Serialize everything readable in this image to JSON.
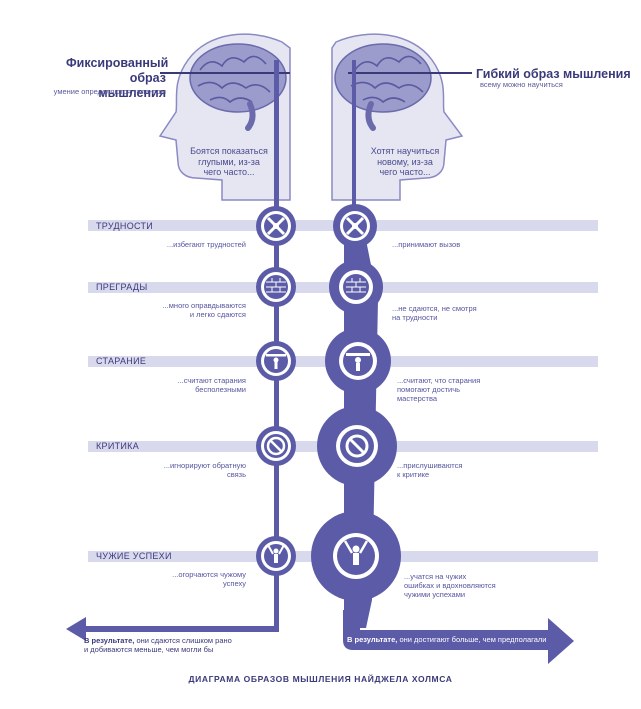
{
  "colors": {
    "primary": "#5b5ba8",
    "band": "#d9d9ee",
    "head": "#e6e6f3",
    "brain": "#8a8ac4",
    "dark": "#3a3a7a"
  },
  "fixed": {
    "title_line1": "Фиксированный",
    "title_line2": "образ мышления",
    "subtitle": "умение определяются талантом",
    "fear_line1": "Боятся показаться",
    "fear_line2": "глупыми, из-за",
    "fear_line3": "чего часто..."
  },
  "growth": {
    "title": "Гибкий образ мышления",
    "subtitle": "всему можно научиться",
    "fear_line1": "Хотят научиться",
    "fear_line2": "новому, из-за",
    "fear_line3": "чего часто..."
  },
  "rows": [
    {
      "category": "ТРУДНОСТИ",
      "icon": "crossroads-icon",
      "fixed": [
        "...избегают трудностей"
      ],
      "growth": [
        "...принимают вызов"
      ]
    },
    {
      "category": "ПРЕГРАДЫ",
      "icon": "brick-wall-icon",
      "fixed": [
        "...много оправдываются",
        "и легко сдаются"
      ],
      "growth": [
        "...не сдаются, не смотря",
        "на трудности"
      ]
    },
    {
      "category": "СТАРАНИЕ",
      "icon": "weightlifter-icon",
      "fixed": [
        "...считают старания",
        "бесполезными"
      ],
      "growth": [
        "...считают, что старания",
        "помогают достичь",
        "мастерства"
      ]
    },
    {
      "category": "КРИТИКА",
      "icon": "no-sign-icon",
      "fixed": [
        "...игнорируют обратную",
        "связь"
      ],
      "growth": [
        "...прислушиваются",
        "к критике"
      ]
    },
    {
      "category": "ЧУЖИЕ УСПЕХИ",
      "icon": "winner-icon",
      "fixed": [
        "...огорчаются чужому",
        "успеху"
      ],
      "growth": [
        "...учатся на чужих",
        "ошибках и вдохновляются",
        "чужими успехами"
      ]
    }
  ],
  "result": {
    "fixed_bold": "В результате,",
    "fixed_line1": " они сдаются слишком рано",
    "fixed_line2": "и добиваются меньше, чем могли бы",
    "growth_bold": "В результате,",
    "growth_line1": " они достигают больше, чем предполагали"
  },
  "footer": "ДИАГРАМА ОБРАЗОВ МЫШЛЕНИЯ НАЙДЖЕЛА ХОЛМСА"
}
